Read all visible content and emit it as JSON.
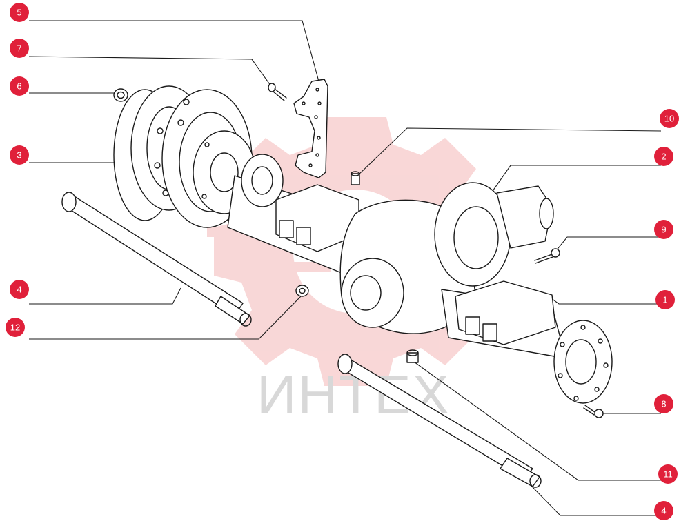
{
  "watermark": {
    "text": "ИНТЕХ",
    "gear_color": "#f4b7b7",
    "text_color": "#d8d8d8"
  },
  "badge_color": "#e0203a",
  "callouts": [
    {
      "id": "c5",
      "label": "5"
    },
    {
      "id": "c7",
      "label": "7"
    },
    {
      "id": "c6",
      "label": "6"
    },
    {
      "id": "c3",
      "label": "3"
    },
    {
      "id": "c4a",
      "label": "4"
    },
    {
      "id": "c12",
      "label": "12"
    },
    {
      "id": "c10",
      "label": "10"
    },
    {
      "id": "c2",
      "label": "2"
    },
    {
      "id": "c9",
      "label": "9"
    },
    {
      "id": "c1",
      "label": "1"
    },
    {
      "id": "c8",
      "label": "8"
    },
    {
      "id": "c11",
      "label": "11"
    },
    {
      "id": "c4b",
      "label": "4"
    }
  ]
}
